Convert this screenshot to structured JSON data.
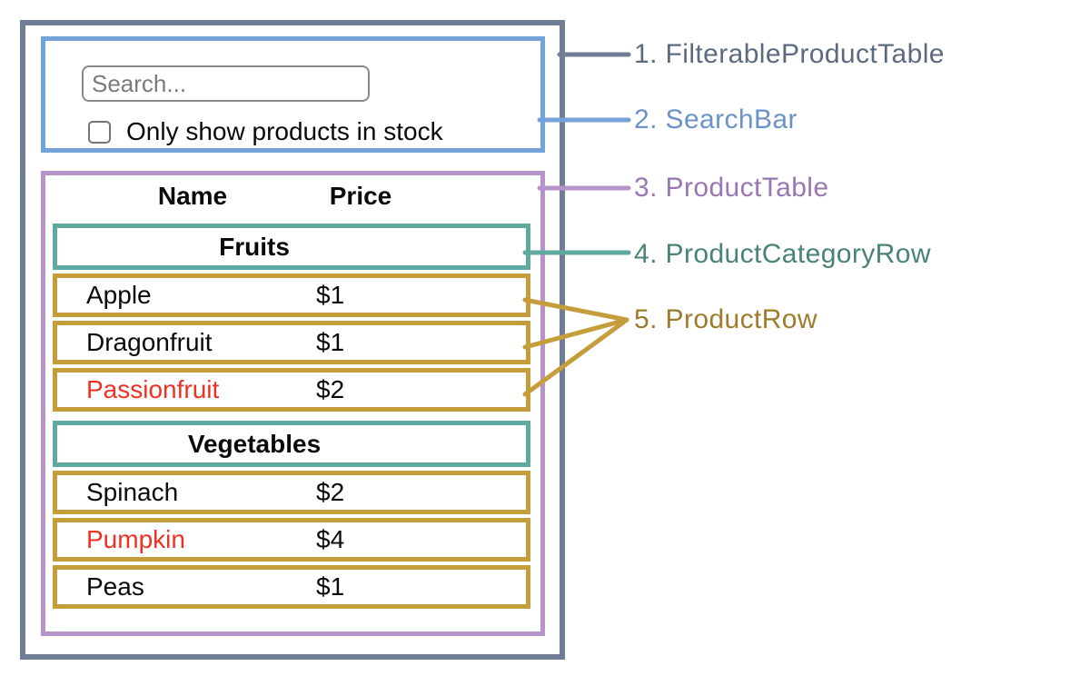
{
  "colors": {
    "slate_border": "#6F7E95",
    "slate_text": "#5C6A80",
    "blue_border": "#74A2DB",
    "blue_text": "#6B93C7",
    "purple_border": "#B793CB",
    "purple_text": "#9877B2",
    "teal_border": "#5FA9A0",
    "teal_text": "#498277",
    "gold_border": "#C69D3B",
    "gold_text": "#9E7C2C",
    "out_of_stock_red": "#EF3124",
    "text_black": "#0A0A0A"
  },
  "searchbar": {
    "placeholder": "Search...",
    "search_value": "",
    "checkbox_checked": false,
    "checkbox_label": "Only show products in stock"
  },
  "table": {
    "headers": {
      "name": "Name",
      "price": "Price"
    },
    "sections": [
      {
        "category": "Fruits",
        "rows": [
          {
            "name": "Apple",
            "price": "$1",
            "out_of_stock": false
          },
          {
            "name": "Dragonfruit",
            "price": "$1",
            "out_of_stock": false
          },
          {
            "name": "Passionfruit",
            "price": "$2",
            "out_of_stock": true
          }
        ]
      },
      {
        "category": "Vegetables",
        "rows": [
          {
            "name": "Spinach",
            "price": "$2",
            "out_of_stock": false
          },
          {
            "name": "Pumpkin",
            "price": "$4",
            "out_of_stock": true
          },
          {
            "name": "Peas",
            "price": "$1",
            "out_of_stock": false
          }
        ]
      }
    ]
  },
  "legend": [
    {
      "text": "1. FilterableProductTable"
    },
    {
      "text": "2. SearchBar"
    },
    {
      "text": "3. ProductTable"
    },
    {
      "text": "4. ProductCategoryRow"
    },
    {
      "text": "5. ProductRow"
    }
  ]
}
